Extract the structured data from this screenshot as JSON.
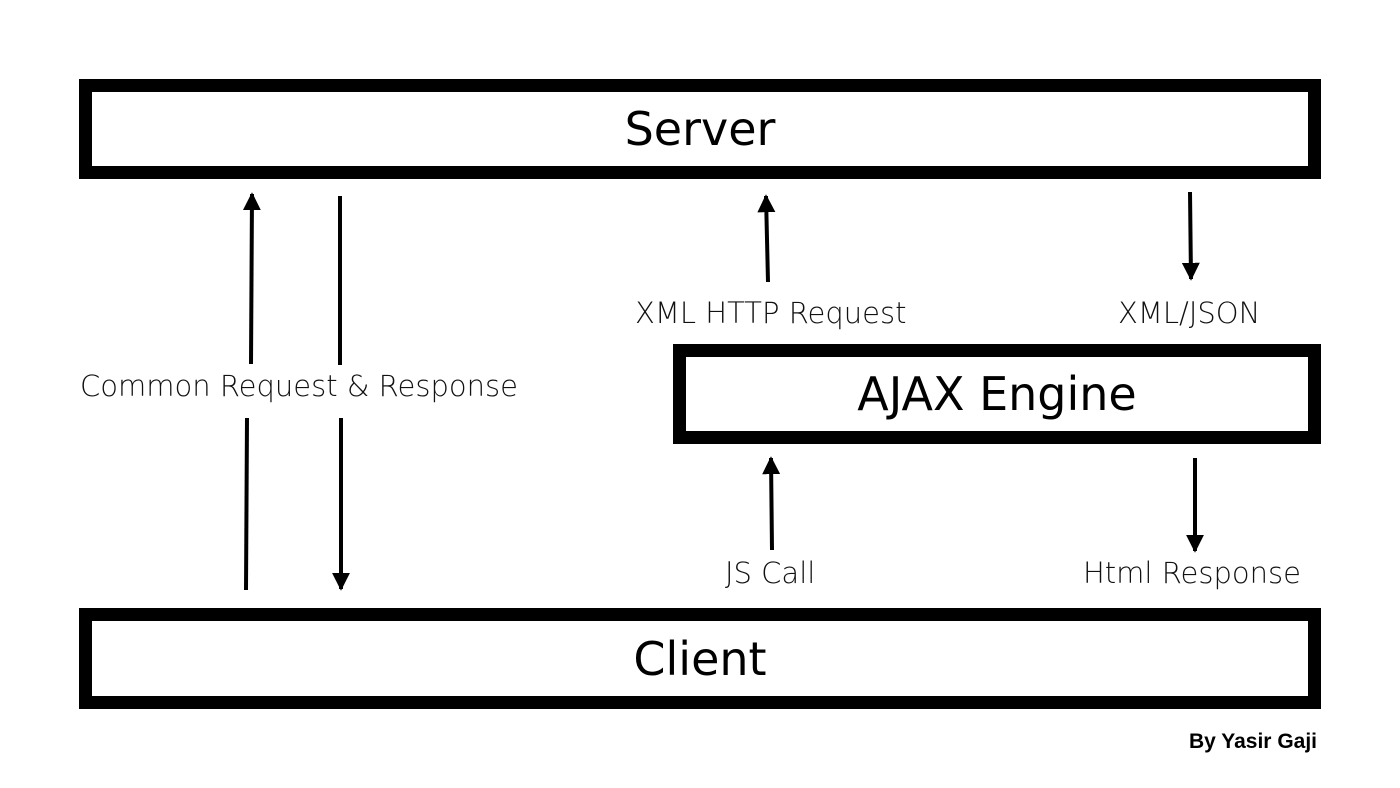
{
  "diagram": {
    "server_label": "Server",
    "client_label": "Client",
    "ajax_label": "AJAX Engine",
    "common_label": "Common Request & Response",
    "xhr_label": "XML HTTP Request",
    "json_label": "XML/JSON",
    "jscall_label": "JS Call",
    "html_response_label": "Html Response",
    "author": "By Yasir Gaji"
  },
  "colors": {
    "stroke": "#000000",
    "background": "#ffffff"
  }
}
